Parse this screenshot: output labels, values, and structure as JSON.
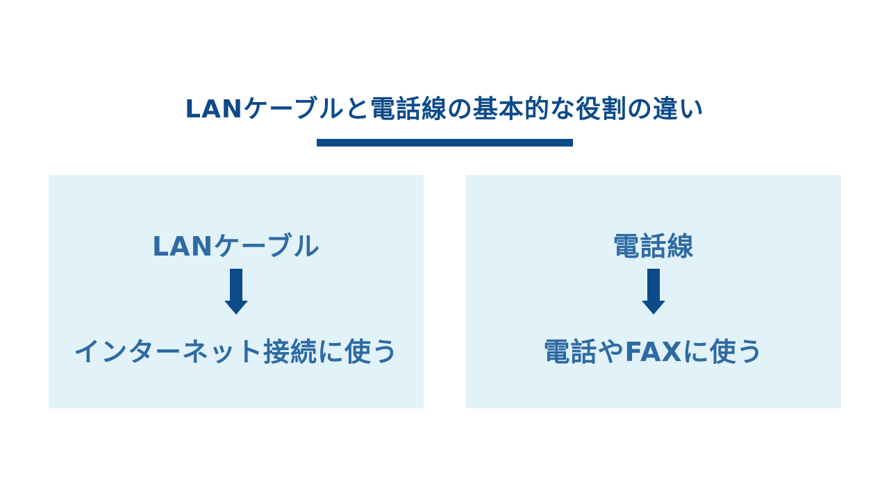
{
  "title": "LANケーブルと電話線の基本的な役割の違い",
  "colors": {
    "accent": "#0d4a8a",
    "text": "#2e6aa3",
    "box": "#e1f2f9"
  },
  "boxes": [
    {
      "heading": "LANケーブル",
      "use": "インターネット接続に使う"
    },
    {
      "heading": "電話線",
      "use": "電話やFAXに使う"
    }
  ]
}
